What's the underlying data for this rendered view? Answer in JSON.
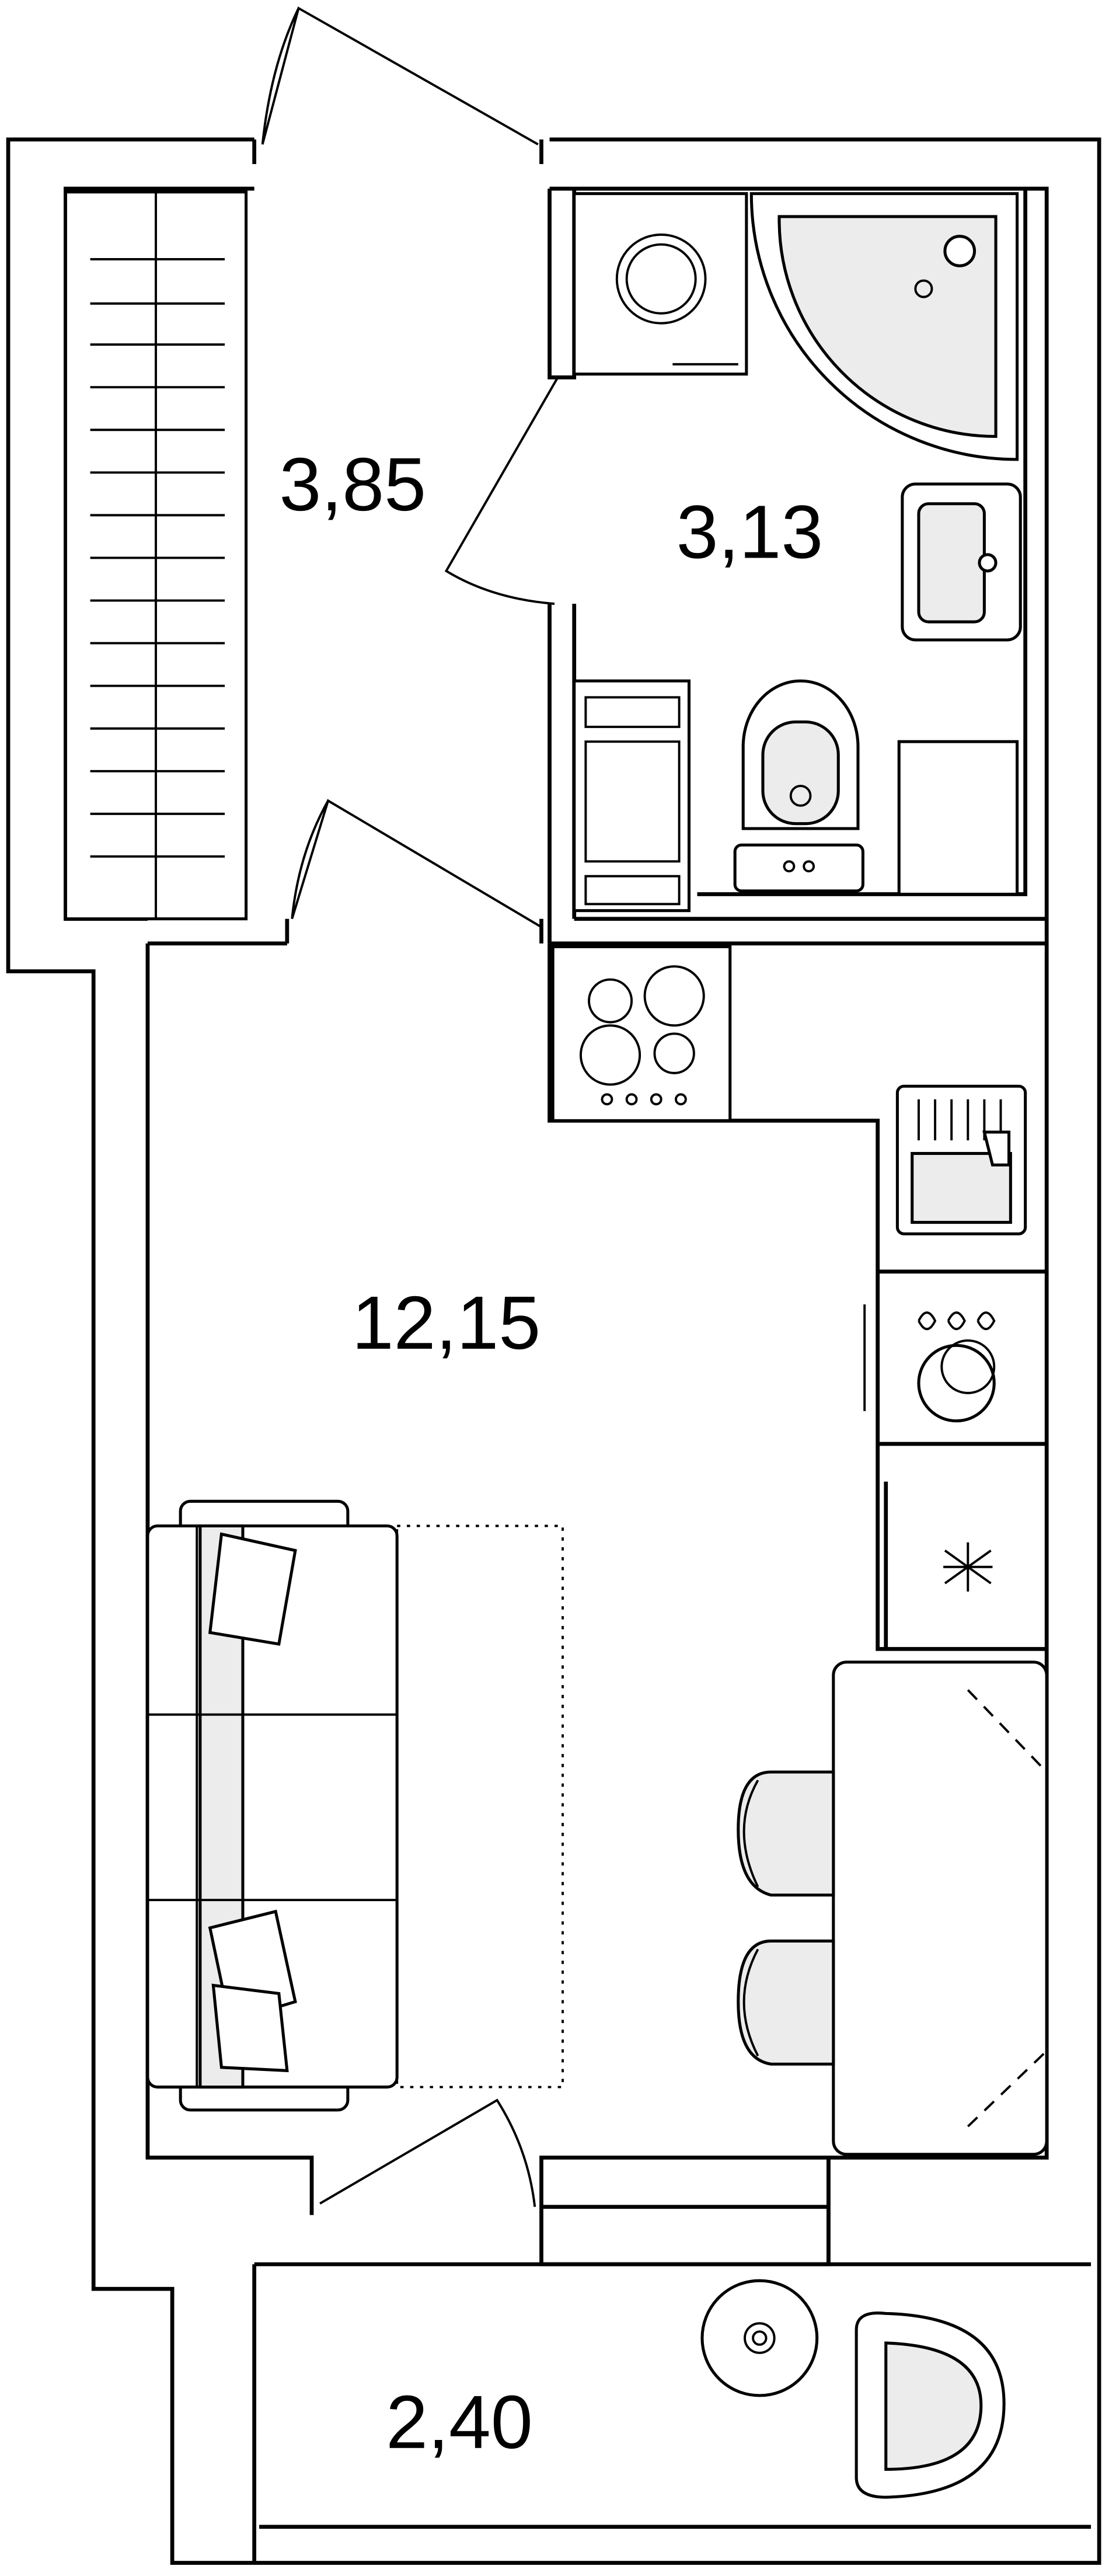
{
  "plan": {
    "rooms": [
      {
        "id": "hall",
        "area": "3,85"
      },
      {
        "id": "bathroom",
        "area": "3,13"
      },
      {
        "id": "living-kitchen",
        "area": "12,15"
      },
      {
        "id": "balcony",
        "area": "2,40"
      }
    ],
    "colors": {
      "line": "#000000",
      "fill": "#ececec",
      "background": "#ffffff"
    }
  }
}
